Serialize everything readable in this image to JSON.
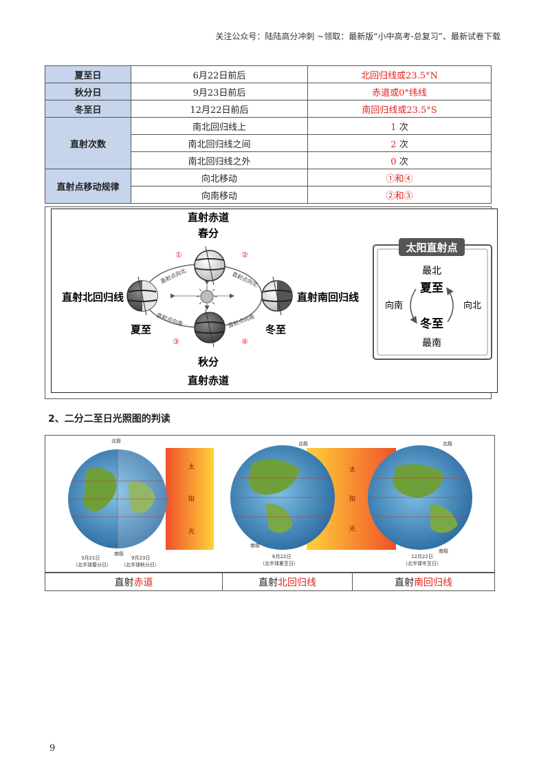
{
  "header": {
    "text": "关注公众号：陆陆高分冲刺  ~领取：最新版“小中高考-总复习”、最新试卷下载"
  },
  "table": {
    "rows": [
      {
        "label": "夏至日",
        "date": "6月22日前后",
        "value": "北回归线或23.5°N"
      },
      {
        "label": "秋分日",
        "date": "9月23日前后",
        "value": "赤道或0°纬线"
      },
      {
        "label": "冬至日",
        "date": "12月22日前后",
        "value": "南回归线或23.5°S"
      }
    ],
    "count": {
      "label": "直射次数",
      "rows": [
        {
          "place": "南北回归线上",
          "num": "1",
          "unit": "次"
        },
        {
          "place": "南北回归线之间",
          "num": "2",
          "unit": "次"
        },
        {
          "place": "南北回归线之外",
          "num": "0",
          "unit": "次"
        }
      ]
    },
    "move": {
      "label": "直射点移动规律",
      "rows": [
        {
          "dir": "向北移动",
          "value": "①和④"
        },
        {
          "dir": "向南移动",
          "value": "②和③"
        }
      ]
    }
  },
  "diagram": {
    "top_label": "直射赤道",
    "spring": "春分",
    "left_label": "直射北回归线",
    "summer": "夏至",
    "right_label": "直射南回归线",
    "winter": "冬至",
    "autumn": "秋分",
    "bottom_label": "直射赤道",
    "arc_tl": "直射点向北",
    "arc_tr": "直射点向北",
    "arc_bl": "直射点向南",
    "arc_br": "直射点向南",
    "num1": "①",
    "num2": "②",
    "num3": "③",
    "num4": "④",
    "box": {
      "title": "太阳直射点",
      "top": "最北",
      "summer": "夏至",
      "left": "向南",
      "right": "向北",
      "winter": "冬至",
      "bottom": "最南"
    }
  },
  "section2": {
    "title": "2、二分二至日光照图的判读"
  },
  "globes": {
    "north": "北极",
    "south": "南极",
    "sun": [
      "太",
      "阳",
      "光"
    ],
    "g1_date1": "3月21日",
    "g1_sub1": "（北半球春分日）",
    "g1_date2": "9月23日",
    "g1_sub2": "（北半球秋分日）",
    "g2_date": "6月22日",
    "g2_sub": "（北半球夏至日）",
    "g3_date": "12月22日",
    "g3_sub": "（北半球冬至日）"
  },
  "captions": [
    {
      "prefix": "直射",
      "red": "赤道"
    },
    {
      "prefix": "直射",
      "red": "北回归线"
    },
    {
      "prefix": "直射",
      "red": "南回归线"
    }
  ],
  "page": {
    "number": "9"
  },
  "colors": {
    "highlight": "#e0201c",
    "label_bg": "#c6d5ec"
  }
}
